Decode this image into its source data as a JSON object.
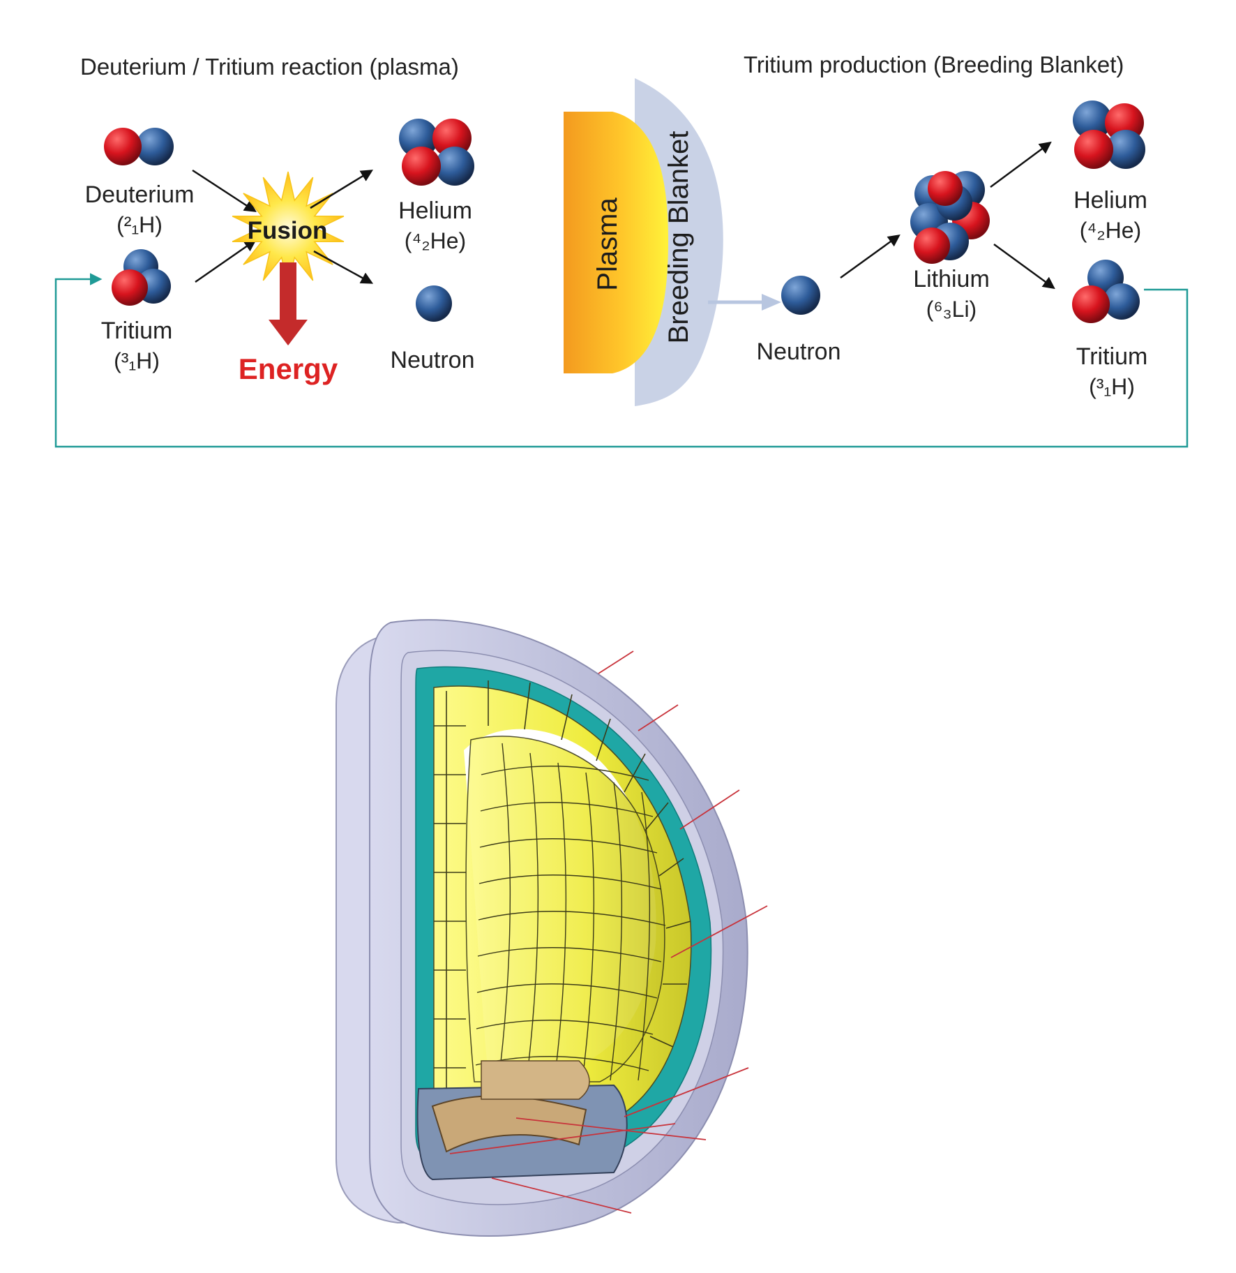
{
  "colors": {
    "proton": "#d7141e",
    "neutron": "#2e5c9a",
    "energy": "#dd2222",
    "energy_arrow": "#c42b2b",
    "loop_line": "#1f9a96",
    "plasma_orange": "#f39a1f",
    "plasma_yellow": "#fff23a",
    "blanket": "#c9d2e6",
    "casing": "#bfc1dc",
    "teal_layer": "#1fa7a5",
    "blanket_tiles": "#f0ec4a",
    "divertor": "#c9a878",
    "leader_line": "#c8323a"
  },
  "diagram": {
    "left_section_title": "Deuterium / Tritium reaction (plasma)",
    "right_section_title": "Tritium production (Breeding Blanket)",
    "deuterium": {
      "name": "Deuterium",
      "symbol": "(²₁H)"
    },
    "tritium_in": {
      "name": "Tritium",
      "symbol": "(³₁H)"
    },
    "fusion_label": "Fusion",
    "energy_label": "Energy",
    "helium_left": {
      "name": "Helium",
      "symbol": "(⁴₂He)"
    },
    "neutron_left": "Neutron",
    "plasma_label": "Plasma",
    "blanket_label": "Breeding Blanket",
    "neutron_right": "Neutron",
    "lithium": {
      "name": "Lithium",
      "symbol": "(⁶₃Li)"
    },
    "helium_right": {
      "name": "Helium",
      "symbol": "(⁴₂He)"
    },
    "tritium_out": {
      "name": "Tritium",
      "symbol": "(³₁H)"
    }
  },
  "cross_section": {
    "leader_line_count": 8
  }
}
